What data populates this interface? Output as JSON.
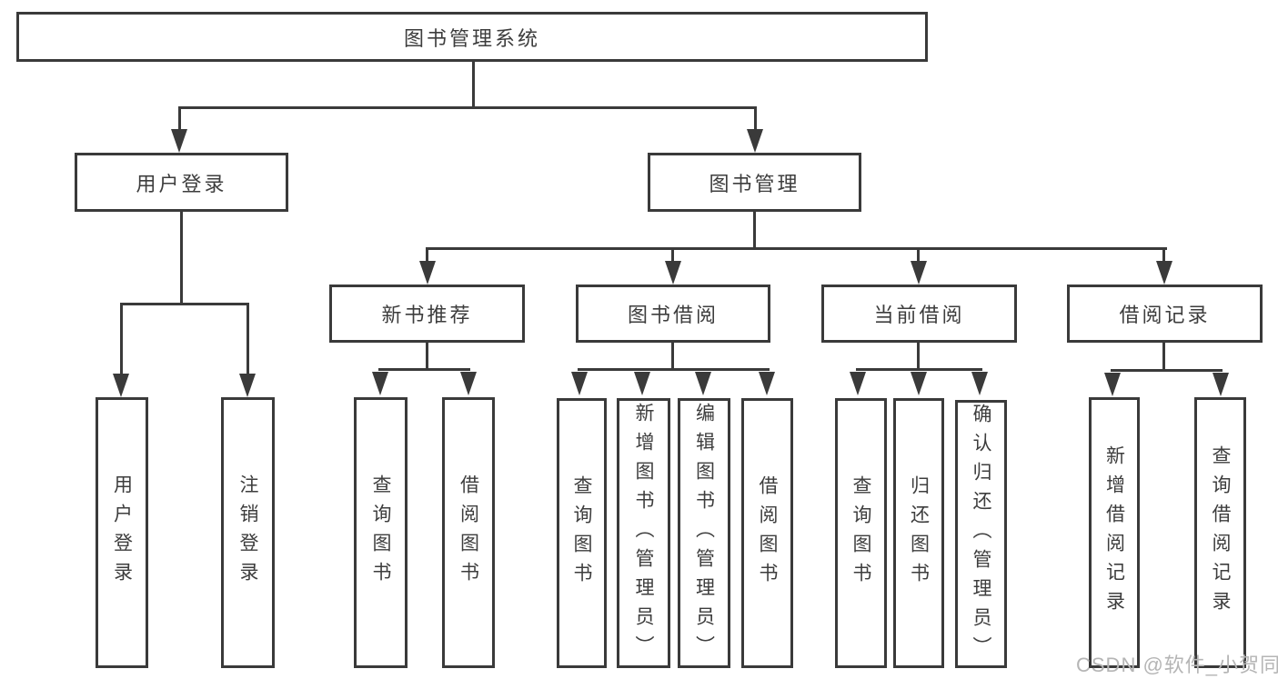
{
  "colors": {
    "line": "#3a3a3a",
    "text": "#3d3d3d",
    "watermark": "#b5b5b5",
    "background": "#ffffff"
  },
  "watermark": {
    "text": "CSDN @软件_小贺同学"
  },
  "tree": {
    "label": "图书管理系统",
    "children": [
      {
        "label": "用户登录",
        "children": [
          {
            "label": "用户登录"
          },
          {
            "label": "注销登录"
          }
        ]
      },
      {
        "label": "图书管理",
        "children": [
          {
            "label": "新书推荐",
            "children": [
              {
                "label": "查询图书"
              },
              {
                "label": "借阅图书"
              }
            ]
          },
          {
            "label": "图书借阅",
            "children": [
              {
                "label": "查询图书"
              },
              {
                "label": "新增图书（管理员）"
              },
              {
                "label": "编辑图书（管理员）"
              },
              {
                "label": "借阅图书"
              }
            ]
          },
          {
            "label": "当前借阅",
            "children": [
              {
                "label": "查询图书"
              },
              {
                "label": "归还图书"
              },
              {
                "label": "确认归还（管理员）"
              }
            ]
          },
          {
            "label": "借阅记录",
            "children": [
              {
                "label": "新增借阅记录"
              },
              {
                "label": "查询借阅记录"
              }
            ]
          }
        ]
      }
    ]
  }
}
